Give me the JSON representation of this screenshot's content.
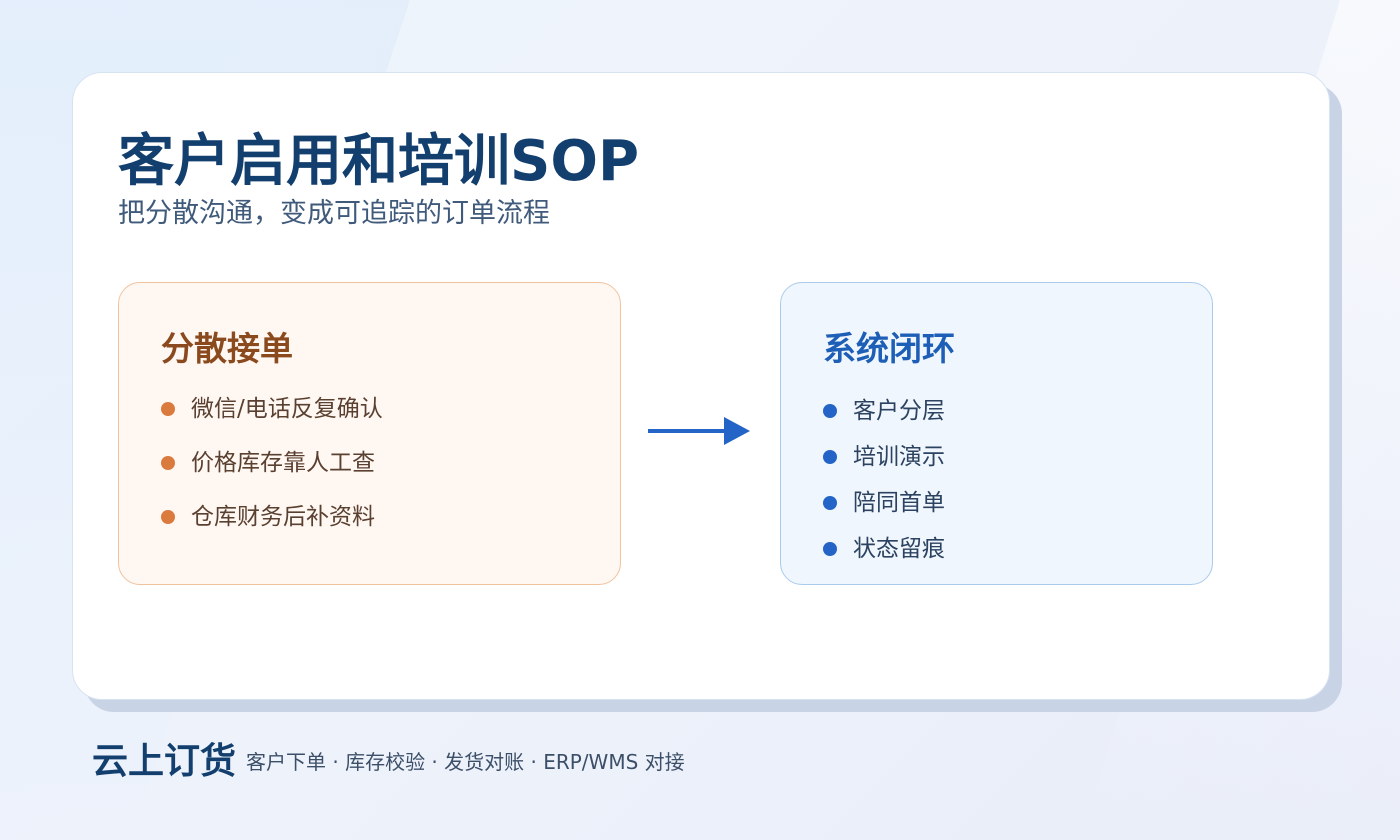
{
  "colors": {
    "title": "#123f6e",
    "left_panel_accent": "#db7a3d",
    "right_panel_accent": "#2364c6",
    "arrow": "#2364c6"
  },
  "slide": {
    "title": "客户启用和培训SOP",
    "subtitle": "把分散沟通，变成可追踪的订单流程"
  },
  "left_panel": {
    "title": "分散接单",
    "items": [
      "微信/电话反复确认",
      "价格库存靠人工查",
      "仓库财务后补资料"
    ]
  },
  "right_panel": {
    "title": "系统闭环",
    "items": [
      "客户分层",
      "培训演示",
      "陪同首单",
      "状态留痕"
    ]
  },
  "arrow_icon": "arrow-right-icon",
  "footer": {
    "brand": "云上订货",
    "tagline": "客户下单 · 库存校验 · 发货对账 · ERP/WMS 对接"
  }
}
